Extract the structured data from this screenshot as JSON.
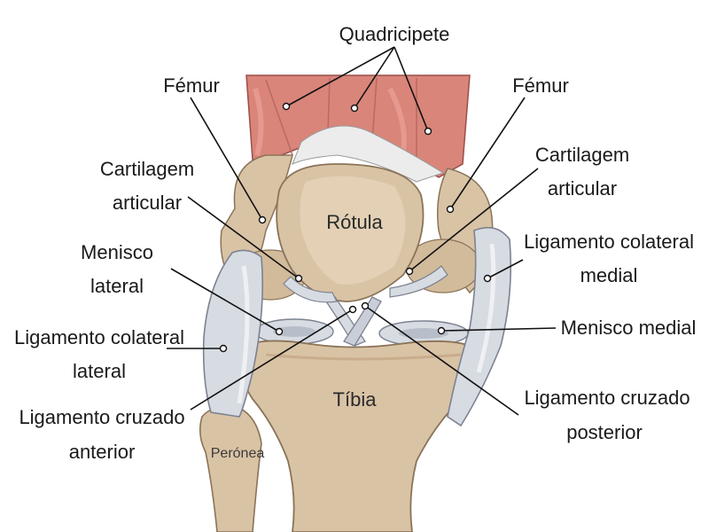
{
  "labels": {
    "quadriceps": "Quadricipete",
    "femur_left": "Fémur",
    "femur_right": "Fémur",
    "cartilage_left_1": "Cartilagem",
    "cartilage_left_2": "articular",
    "cartilage_right_1": "Cartilagem",
    "cartilage_right_2": "articular",
    "meniscus_lateral_1": "Menisco",
    "meniscus_lateral_2": "lateral",
    "lcl_1": "Ligamento colateral",
    "lcl_2": "lateral",
    "acl_1": "Ligamento cruzado",
    "acl_2": "anterior",
    "mcl_1": "Ligamento colateral",
    "mcl_2": "medial",
    "meniscus_medial": "Menisco medial",
    "pcl_1": "Ligamento cruzado",
    "pcl_2": "posterior",
    "patella": "Rótula",
    "tibia": "Tíbia",
    "fibula": "Perónea"
  },
  "colors": {
    "bone": "#d9c3a5",
    "bone_shade": "#c9ad8c",
    "muscle": "#d9857a",
    "muscle_dark": "#c0605a",
    "ligament": "#d7dbe2",
    "ligament_shade": "#b8bec9",
    "cartilage": "#e8d8c3"
  }
}
